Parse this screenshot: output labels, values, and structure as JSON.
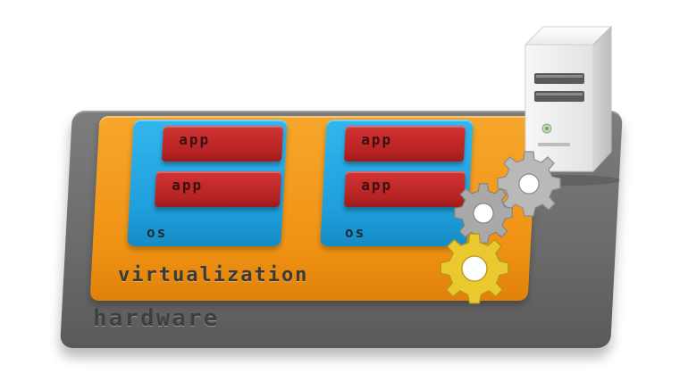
{
  "diagram": {
    "hardware": {
      "label": "hardware"
    },
    "virtualization": {
      "label": "virtualization"
    },
    "vms": [
      {
        "os_label": "os",
        "apps": [
          {
            "label": "app"
          },
          {
            "label": "app"
          }
        ]
      },
      {
        "os_label": "os",
        "apps": [
          {
            "label": "app"
          },
          {
            "label": "app"
          }
        ]
      }
    ]
  },
  "colors": {
    "hardware": "#6a6a6a",
    "virtualization": "#f09214",
    "os": "#1f9fdc",
    "app": "#b82323",
    "gear_gold": "#e9c830",
    "gear_silver": "#b8b8b8",
    "server": "#eeeeee"
  },
  "icons": [
    "server-tower-icon",
    "gear-icon"
  ]
}
